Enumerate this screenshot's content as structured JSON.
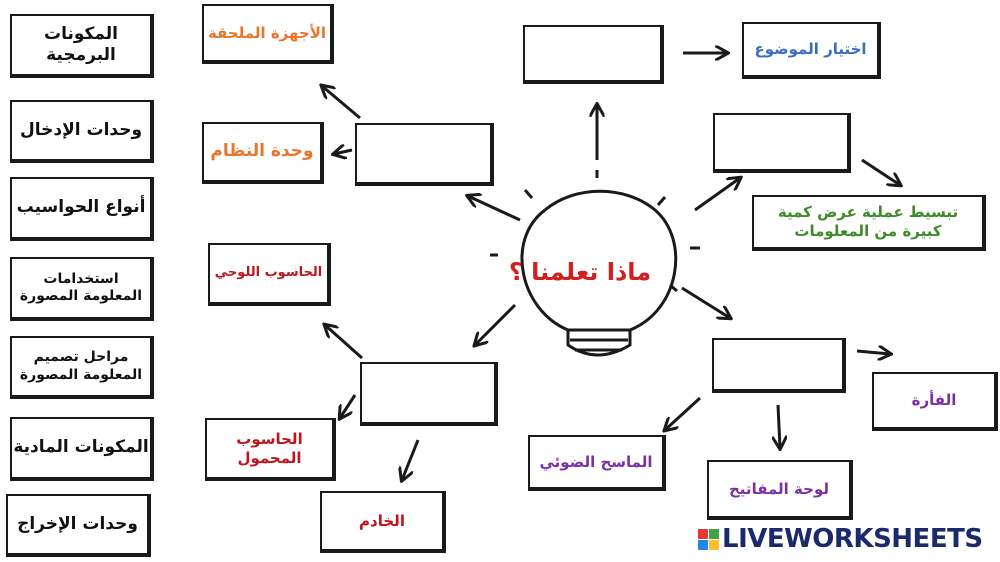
{
  "word_bank": [
    "المكونات البرمجية",
    "وحدات الإدخال",
    "أنواع الحواسيب",
    "استخدامات المعلومة المصورة",
    "مراحل تصميم المعلومة المصورة",
    "المكونات المادية",
    "وحدات الإخراج"
  ],
  "center_title": "ماذا تعلمنا ؟",
  "labels": {
    "peripherals": "الأجهزة الملحقة",
    "system_unit": "وحدة النظام",
    "tablet": "الحاسوب اللوحي",
    "laptop": "الحاسوب المحمول",
    "server": "الخادم",
    "choose_topic": "اختيار الموضوع",
    "simplify": "تبسيط عملية عرض كمية كبيرة من المعلومات",
    "mouse": "الفأرة",
    "scanner": "الماسح الضوئي",
    "keyboard": "لوحة المفاتيح"
  },
  "colors": {
    "orange": "#e8762b",
    "red": "#c0141c",
    "blue": "#3b6cc4",
    "green": "#3f8a2a",
    "purple": "#7b2fa8",
    "title": "#d21f1f"
  },
  "logo": "LIVEWORKSHEETS"
}
